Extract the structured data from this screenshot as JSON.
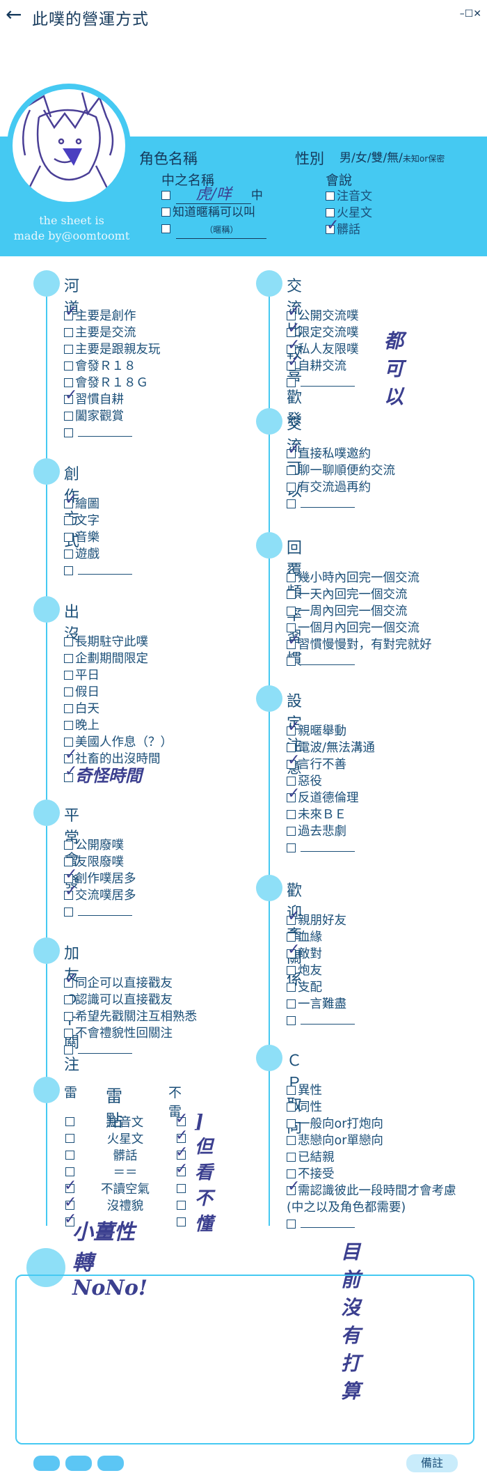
{
  "header": {
    "title": "此噗的營運方式",
    "back_icon": "←",
    "window_controls": "–☐✕"
  },
  "profile": {
    "credit": [
      "the sheet is",
      "made by@oomtoomt"
    ],
    "char_name_label": "角色名稱",
    "gender_label": "性別",
    "gender_options": "男/女/雙/無/",
    "gender_unknown": "未知or保密",
    "inner_name_label": "中之名稱",
    "inner_name_handwriting": "虎/咩",
    "inner_name_suffix": "中",
    "nickname_ok": "知道暱稱可以叫",
    "nickname_placeholder": "（暱稱）",
    "speaks_label": "會說",
    "speaks": [
      {
        "t": "注音文",
        "c": false
      },
      {
        "t": "火星文",
        "c": false
      },
      {
        "t": "髒話",
        "c": true
      }
    ]
  },
  "left_sections": [
    {
      "title": "河道",
      "items": [
        {
          "t": "主要是創作",
          "c": true
        },
        {
          "t": "主要是交流",
          "c": false
        },
        {
          "t": "主要是跟親友玩",
          "c": false
        },
        {
          "t": "會發Ｒ１８",
          "c": false
        },
        {
          "t": "會發Ｒ１８Ｇ",
          "c": false
        },
        {
          "t": "習慣自耕",
          "c": true
        },
        {
          "t": "闔家觀賞",
          "c": false
        },
        {
          "t": "",
          "c": false,
          "blank": true
        }
      ]
    },
    {
      "title": "創作方式",
      "items": [
        {
          "t": "繪圖",
          "c": true
        },
        {
          "t": "文字",
          "c": false
        },
        {
          "t": "音樂",
          "c": false
        },
        {
          "t": "遊戲",
          "c": false
        },
        {
          "t": "",
          "c": false,
          "blank": true
        }
      ]
    },
    {
      "title": "出沒",
      "items": [
        {
          "t": "長期駐守此噗",
          "c": false
        },
        {
          "t": "企劃期間限定",
          "c": false
        },
        {
          "t": "平日",
          "c": false
        },
        {
          "t": "假日",
          "c": false
        },
        {
          "t": "白天",
          "c": false
        },
        {
          "t": "晚上",
          "c": false
        },
        {
          "t": "美國人作息（？）",
          "c": false
        },
        {
          "t": "社畜的出沒時間",
          "c": true
        },
        {
          "t": "奇怪時間",
          "c": true,
          "hand": true
        }
      ]
    },
    {
      "title": "平常會發",
      "items": [
        {
          "t": "公開廢噗",
          "c": false
        },
        {
          "t": "友限廢噗",
          "c": false
        },
        {
          "t": "創作噗居多",
          "c": true
        },
        {
          "t": "交流噗居多",
          "c": true
        },
        {
          "t": "",
          "c": false,
          "blank": true
        }
      ]
    },
    {
      "title": "加友ｏｒ關注",
      "items": [
        {
          "t": "同企可以直接戳友",
          "c": true
        },
        {
          "t": "認識可以直接戳友",
          "c": false
        },
        {
          "t": "希望先戳關注互相熟悉",
          "c": false
        },
        {
          "t": "不會禮貌性回關注",
          "c": false
        },
        {
          "t": "",
          "c": false,
          "blank": true
        }
      ]
    }
  ],
  "thunder": {
    "left_label": "雷",
    "title": "雷點",
    "right_label": "不雷",
    "rows": [
      {
        "t": "注音文",
        "l": false,
        "r": true
      },
      {
        "t": "火星文",
        "l": false,
        "r": true
      },
      {
        "t": "髒話",
        "l": false,
        "r": true
      },
      {
        "t": "＝＝",
        "l": false,
        "r": true
      },
      {
        "t": "不讀空氣",
        "l": true,
        "r": false
      },
      {
        "t": "沒禮貌",
        "l": true,
        "r": false
      },
      {
        "t": "",
        "l": true,
        "r": false
      }
    ],
    "hand_note_right": "]但看不懂",
    "hand_note_bottom": "小薑性轉NoNo!"
  },
  "right_sections": [
    {
      "title": "交流比較喜歡發",
      "items": [
        {
          "t": "公開交流噗",
          "c": true
        },
        {
          "t": "限定交流噗",
          "c": true
        },
        {
          "t": "私人友限噗",
          "c": true
        },
        {
          "t": "自耕交流",
          "c": true
        },
        {
          "t": "",
          "c": false,
          "blank": true
        }
      ],
      "hand": "都可以"
    },
    {
      "title": "交流可以",
      "items": [
        {
          "t": "直接私噗邀約",
          "c": true
        },
        {
          "t": "聊一聊順便約交流",
          "c": false
        },
        {
          "t": "有交流過再約",
          "c": false
        },
        {
          "t": "",
          "c": false,
          "blank": true
        }
      ]
    },
    {
      "title": "回覆頻率習慣",
      "items": [
        {
          "t": "幾小時內回完一個交流",
          "c": false
        },
        {
          "t": "一天內回完一個交流",
          "c": false
        },
        {
          "t": "一周內回完一個交流",
          "c": false
        },
        {
          "t": "一個月內回完一個交流",
          "c": false
        },
        {
          "t": "習慣慢慢對，有對完就好",
          "c": true
        },
        {
          "t": "",
          "c": false,
          "blank": true
        }
      ]
    },
    {
      "title": "設定注意",
      "items": [
        {
          "t": "親暱舉動",
          "c": true
        },
        {
          "t": "電波/無法溝通",
          "c": false
        },
        {
          "t": "言行不善",
          "c": true
        },
        {
          "t": "惡役",
          "c": false
        },
        {
          "t": "反道德倫理",
          "c": true
        },
        {
          "t": "未來ＢＥ",
          "c": false
        },
        {
          "t": "過去悲劇",
          "c": false
        },
        {
          "t": "",
          "c": false,
          "blank": true
        }
      ]
    },
    {
      "title": "歡迎牽關係",
      "items": [
        {
          "t": "親朋好友",
          "c": true
        },
        {
          "t": "血緣",
          "c": false
        },
        {
          "t": "敵對",
          "c": true
        },
        {
          "t": "炮友",
          "c": false
        },
        {
          "t": "支配",
          "c": false
        },
        {
          "t": "一言難盡",
          "c": false
        },
        {
          "t": "",
          "c": false,
          "blank": true
        }
      ]
    },
    {
      "title": "ＣＰ取向",
      "items": [
        {
          "t": "異性",
          "c": false
        },
        {
          "t": "同性",
          "c": false
        },
        {
          "t": "一般向or打炮向",
          "c": false
        },
        {
          "t": "悲戀向or單戀向",
          "c": false
        },
        {
          "t": "已結親",
          "c": false
        },
        {
          "t": "不接受",
          "c": false
        },
        {
          "t": "需認識彼此一段時間才會考慮",
          "c": true
        },
        {
          "t": "(中之以及角色都需要)",
          "c": false,
          "plain": true
        },
        {
          "t": "",
          "c": false,
          "blank": true
        }
      ],
      "hand": "目前沒有打算"
    }
  ],
  "footer": {
    "memo": "備註"
  }
}
